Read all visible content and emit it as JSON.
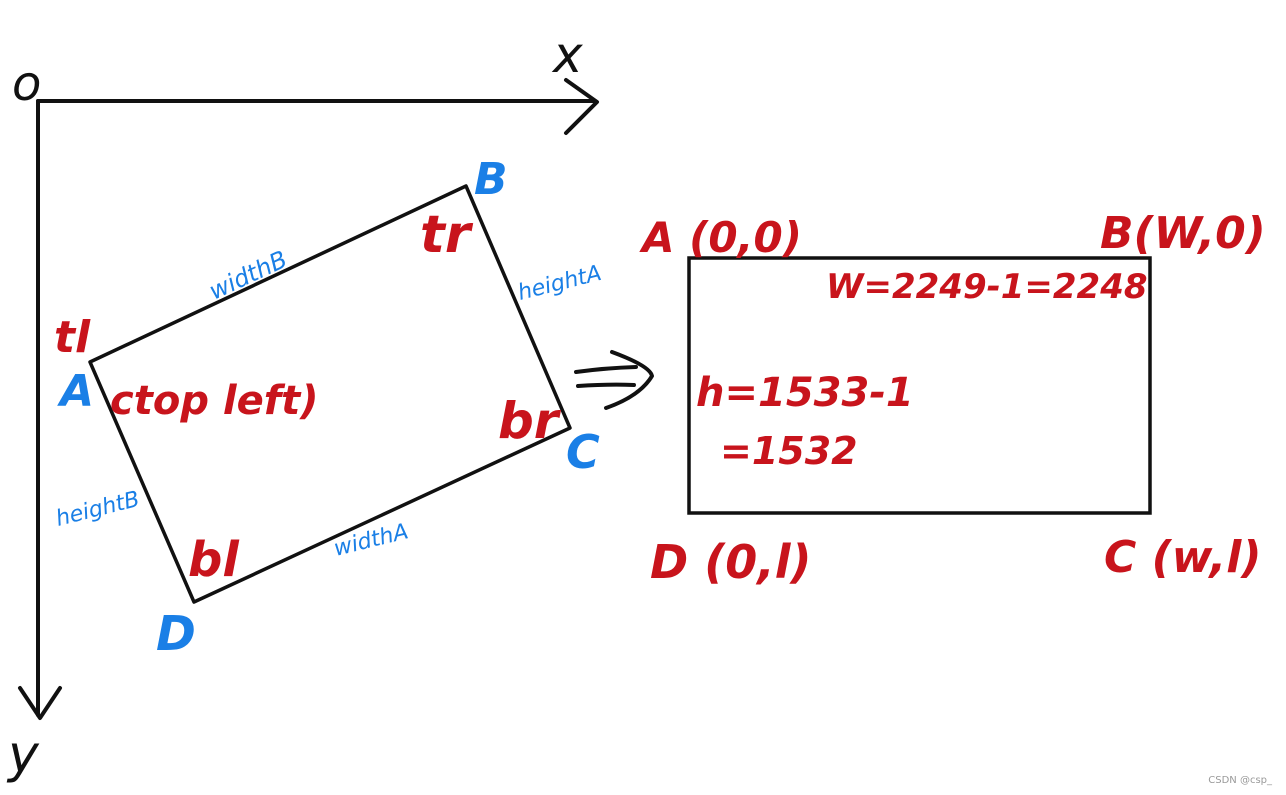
{
  "axes": {
    "origin": "o",
    "x_label": "x",
    "y_label": "y"
  },
  "left_quad": {
    "corner_A": "A",
    "corner_B": "B",
    "corner_C": "C",
    "corner_D": "D",
    "tag_tl": "tl",
    "tag_tr": "tr",
    "tag_br": "br",
    "tag_bl": "bl",
    "top_left_note": "ctop left)",
    "edge_top": "widthB",
    "edge_right": "heightA",
    "edge_left": "heightB",
    "edge_bottom": "widthA"
  },
  "arrow": "=>",
  "right_rect": {
    "corner_A": "A (0,0)",
    "corner_B": "B(W,0)",
    "corner_C": "C (w,l)",
    "corner_D": "D (0,l)",
    "width_eq": "W=2249-1=2248",
    "height_eq_line1": "h=1533-1",
    "height_eq_line2": "=1532"
  },
  "watermark": "CSDN @csp_",
  "colors": {
    "red": "#c8141c",
    "blue": "#1a7fe6",
    "line": "#111111"
  }
}
